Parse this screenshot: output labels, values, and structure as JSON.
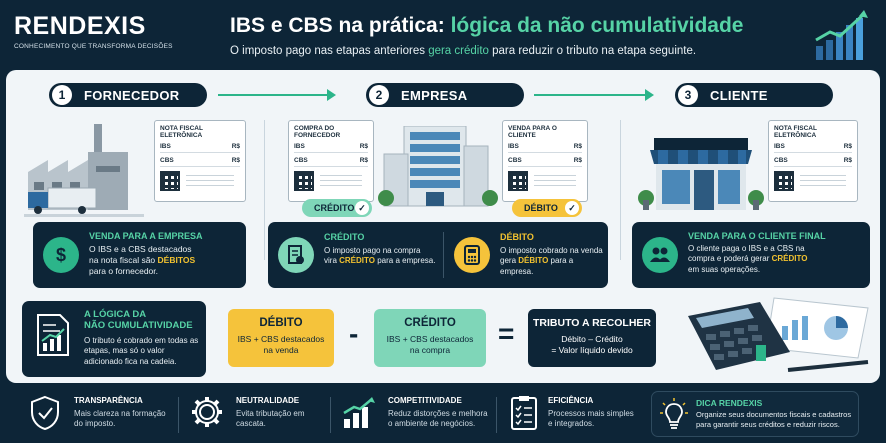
{
  "brand": {
    "name": "RENDEXIS",
    "tagline": "CONHECIMENTO QUE TRANSFORMA DECISÕES"
  },
  "header": {
    "title_part1": "IBS e CBS na prática: ",
    "title_part2": "lógica da não cumulatividade",
    "subtitle_part1": "O imposto pago nas etapas anteriores ",
    "subtitle_accent": "gera crédito",
    "subtitle_part2": " para reduzir o tributo na etapa seguinte."
  },
  "colors": {
    "navy": "#0d2537",
    "green": "#56d3a6",
    "yellow": "#f2c230",
    "credit_box": "#7fd6b8",
    "debit_box": "#f5c33b"
  },
  "steps": [
    {
      "num": "1",
      "label": "FORNECEDOR"
    },
    {
      "num": "2",
      "label": "EMPRESA"
    },
    {
      "num": "3",
      "label": "CLIENTE"
    }
  ],
  "docs": {
    "nf1": {
      "title": "NOTA FISCAL ELETRÔNICA",
      "rows": [
        {
          "k": "IBS",
          "v": "R$"
        },
        {
          "k": "CBS",
          "v": "R$"
        }
      ]
    },
    "compra": {
      "title": "COMPRA DO FORNECEDOR",
      "rows": [
        {
          "k": "IBS",
          "v": "R$"
        },
        {
          "k": "CBS",
          "v": "R$"
        }
      ]
    },
    "venda": {
      "title": "VENDA PARA O CLIENTE",
      "rows": [
        {
          "k": "IBS",
          "v": "R$"
        },
        {
          "k": "CBS",
          "v": "R$"
        }
      ]
    },
    "nf3": {
      "title": "NOTA FISCAL ELETRÔNICA",
      "rows": [
        {
          "k": "IBS",
          "v": "R$"
        },
        {
          "k": "CBS",
          "v": "R$"
        }
      ]
    }
  },
  "pills": {
    "credito": "CRÉDITO",
    "debito": "DÉBITO"
  },
  "cards": {
    "fornecedor": {
      "title": "VENDA PARA A EMPRESA",
      "text1": "O IBS e a CBS destacados",
      "text2": "na nota fiscal são ",
      "text2_hl": "DÉBITOS",
      "text3": "para o fornecedor.",
      "icon": "dollar-icon"
    },
    "credito": {
      "title": "CRÉDITO",
      "text1": "O imposto pago na compra",
      "text2": "vira ",
      "text2_hl": "CRÉDITO",
      "text2_end": " para a empresa."
    },
    "debito": {
      "title": "DÉBITO",
      "text1": "O imposto cobrado na venda",
      "text2": "gera ",
      "text2_hl": "DÉBITO",
      "text2_end": " para a empresa."
    },
    "cliente": {
      "title": "VENDA PARA O CLIENTE FINAL",
      "text1": "O cliente paga o IBS e a CBS na",
      "text2": "compra e poderá gerar ",
      "text2_hl": "CRÉDITO",
      "text3": "em suas operações."
    }
  },
  "logic": {
    "title1": "A LÓGICA DA",
    "title2": "NÃO CUMULATIVIDADE",
    "text": "O tributo é cobrado em todas as etapas, mas só o valor adicionado fica na cadeia."
  },
  "formula": {
    "debito": {
      "title": "DÉBITO",
      "sub1": "IBS + CBS destacados",
      "sub2": "na venda"
    },
    "minus": "-",
    "credito": {
      "title": "CRÉDITO",
      "sub1": "IBS + CBS destacados",
      "sub2": "na compra"
    },
    "equals": "=",
    "result": {
      "title": "TRIBUTO A RECOLHER",
      "sub1": "Débito – Crédito",
      "sub2": "= Valor líquido devido"
    }
  },
  "footer": [
    {
      "title": "TRANSPARÊNCIA",
      "l1": "Mais clareza na formação",
      "l2": "do imposto.",
      "icon": "shield-icon"
    },
    {
      "title": "NEUTRALIDADE",
      "l1": "Evita tributação em",
      "l2": "cascata.",
      "icon": "gear-icon"
    },
    {
      "title": "COMPETITIVIDADE",
      "l1": "Reduz distorções e melhora",
      "l2": "o ambiente de negócios.",
      "icon": "bar-chart-icon"
    },
    {
      "title": "EFICIÊNCIA",
      "l1": "Processos mais simples",
      "l2": "e integrados.",
      "icon": "checklist-icon"
    }
  ],
  "dica": {
    "title": "DICA RENDEXIS",
    "l1": "Organize seus documentos fiscais e cadastros",
    "l2": "para garantir seus créditos e reduzir riscos.",
    "icon": "lightbulb-icon"
  }
}
